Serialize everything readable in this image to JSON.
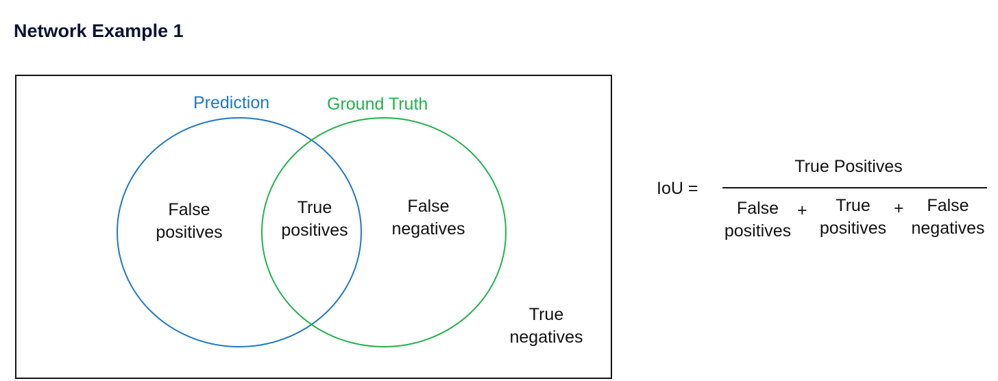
{
  "title": "Network Example 1",
  "diagram": {
    "prediction_label": "Prediction",
    "ground_truth_label": "Ground Truth",
    "colors": {
      "prediction": "#1f78c1",
      "ground_truth": "#22b14c"
    },
    "regions": {
      "false_positives": [
        "False",
        "positives"
      ],
      "true_positives": [
        "True",
        "positives"
      ],
      "false_negatives": [
        "False",
        "negatives"
      ],
      "true_negatives": [
        "True",
        "negatives"
      ]
    }
  },
  "formula": {
    "lhs": "IoU =",
    "numerator": "True Positives",
    "denominator": [
      [
        "False",
        "positives"
      ],
      [
        "True",
        "positives"
      ],
      [
        "False",
        "negatives"
      ]
    ],
    "operator": "+"
  }
}
